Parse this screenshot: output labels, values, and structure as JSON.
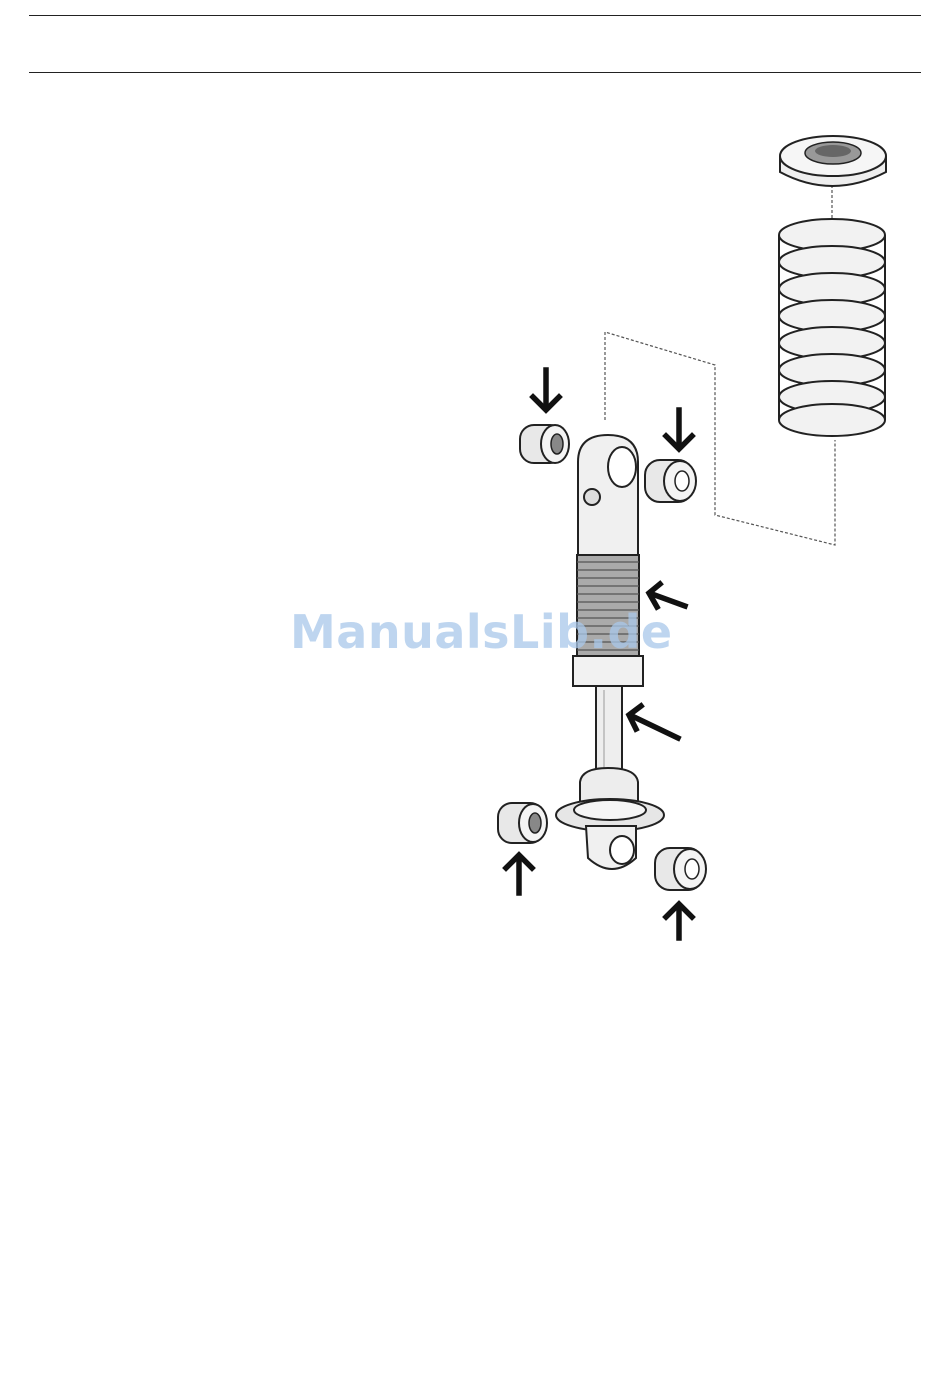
{
  "page": {
    "background": "#ffffff",
    "rule_color": "#222222"
  },
  "figure": {
    "subject": "shock-absorber-exploded-view",
    "parts": [
      "spring-seat",
      "coil-spring",
      "shock-absorber-body",
      "upper-bushing-left",
      "upper-bushing-right",
      "lower-bushing-left",
      "lower-bushing-right"
    ],
    "arrow_count": 6
  },
  "watermark": {
    "text": "ManualsLib.de",
    "color": "#a9c8ea"
  }
}
